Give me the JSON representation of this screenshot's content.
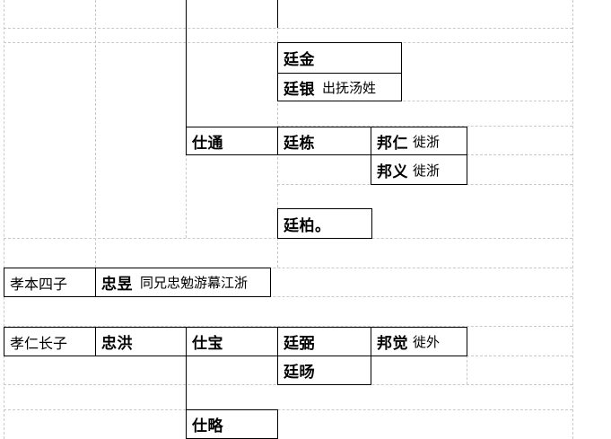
{
  "entries": {
    "tingjin": {
      "name": "廷金"
    },
    "tingyin": {
      "name": "廷银",
      "note": "出抚汤姓"
    },
    "shitong": {
      "name": "仕通"
    },
    "tingdong": {
      "name": "廷栋"
    },
    "bangren": {
      "name": "邦仁",
      "note": "徙浙"
    },
    "bangyi": {
      "name": "邦义",
      "note": "徙浙"
    },
    "tingbo": {
      "name": "廷柏。"
    },
    "xiaoben_si": {
      "label": "孝本四子"
    },
    "zhongyu": {
      "name": "忠昱",
      "note": "同兄忠勉游幕江浙"
    },
    "xiaoren_zhang": {
      "label": "孝仁长子"
    },
    "zhonghong": {
      "name": "忠洪"
    },
    "shibao": {
      "name": "仕宝"
    },
    "tingbi": {
      "name": "廷弼"
    },
    "bangjue": {
      "name": "邦觉",
      "note": "徙外"
    },
    "tingyang": {
      "name": "廷旸"
    },
    "shilue": {
      "name": "仕略"
    }
  }
}
